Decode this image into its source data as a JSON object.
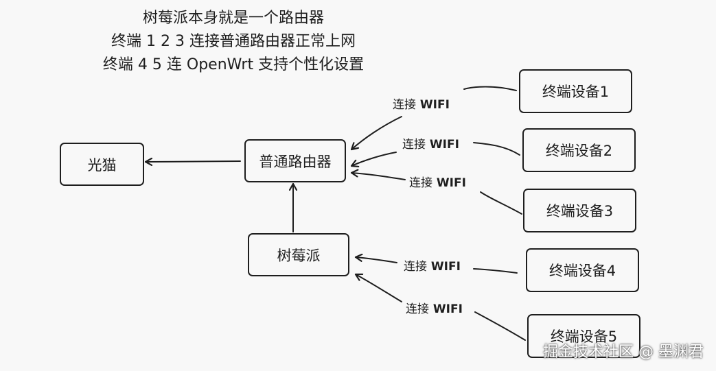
{
  "title_lines": [
    "树莓派本身就是一个路由器",
    "终端 1 2 3 连接普通路由器正常上网",
    "终端 4 5 连 OpenWrt 支持个性化设置"
  ],
  "nodes": {
    "modem": "光猫",
    "router": "普通路由器",
    "raspberry_pi": "树莓派",
    "terminal_1": "终端设备1",
    "terminal_2": "终端设备2",
    "terminal_3": "终端设备3",
    "terminal_4": "终端设备4",
    "terminal_5": "终端设备5"
  },
  "edge_labels": {
    "t1": {
      "zh": "连接",
      "en": "WIFI"
    },
    "t2": {
      "zh": "连接",
      "en": "WIFI"
    },
    "t3": {
      "zh": "连接",
      "en": "WIFI"
    },
    "t4": {
      "zh": "连接",
      "en": "WIFI"
    },
    "t5": {
      "zh": "连接",
      "en": "WIFI"
    }
  },
  "watermark": "掘金技术社区 @ 墨渊君",
  "colors": {
    "stroke": "#1e1e1e",
    "background": "#f8f8f8"
  }
}
